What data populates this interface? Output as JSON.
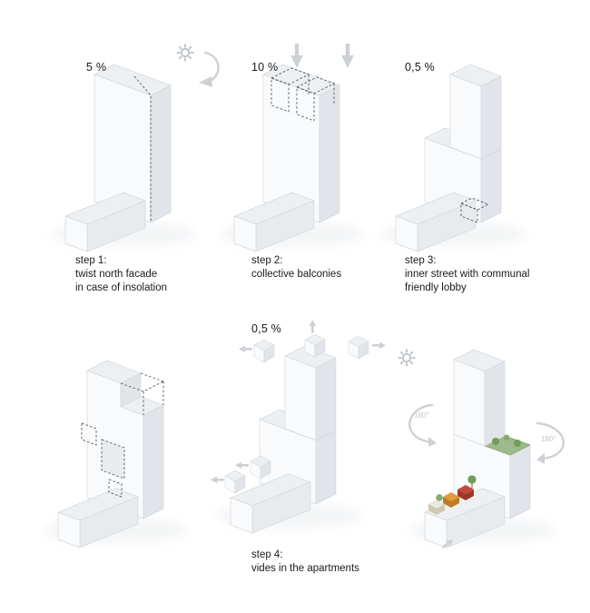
{
  "panels": [
    {
      "name": "step-1",
      "percent": "5 %",
      "caption": "step 1:\ntwist north facade\nin case of insolation"
    },
    {
      "name": "step-2",
      "percent": "10 %",
      "caption": "step 2:\ncollective balconies"
    },
    {
      "name": "step-3",
      "percent": "0,5 %",
      "caption": "step 3:\ninner street with communal\nfriendly lobby"
    },
    {
      "name": "step-4-voids"
    },
    {
      "name": "step-4",
      "percent": "0,5 %",
      "caption": "step 4:\nvides in the apartments"
    },
    {
      "name": "step-4-rotate",
      "rotation_left": "180°",
      "rotation_right": "180°"
    }
  ],
  "icons": [
    "sun-icon",
    "rotate-arrow-icon",
    "down-arrow-icon",
    "left-arrow-icon",
    "right-arrow-icon",
    "up-arrow-icon",
    "rotate-180-arrow-icon",
    "tree-icon",
    "planter-box"
  ],
  "colors": {
    "face-ws": "#f9fafb",
    "face-top": "#edf0f2",
    "face-se": "#e1e4e8",
    "face-se2": "#e8ebee",
    "face-inner": "#e9ecef",
    "edge": "#d5d9dd",
    "dash": "#55585c",
    "arrow": "#cdd1d6",
    "sun": "#bcc1c6",
    "green": "#9cba8c",
    "green-dark": "#6f9e58",
    "planter-red": "#c0493e",
    "planter-red-dark": "#9e362c",
    "planter-orange": "#e09a3c",
    "planter-orange-dark": "#bd7c24",
    "planter-cream": "#ece7db",
    "planter-cream-dark": "#cfc7b4",
    "text": "#1a1a1a",
    "rot-text": "#c3c8cd"
  }
}
